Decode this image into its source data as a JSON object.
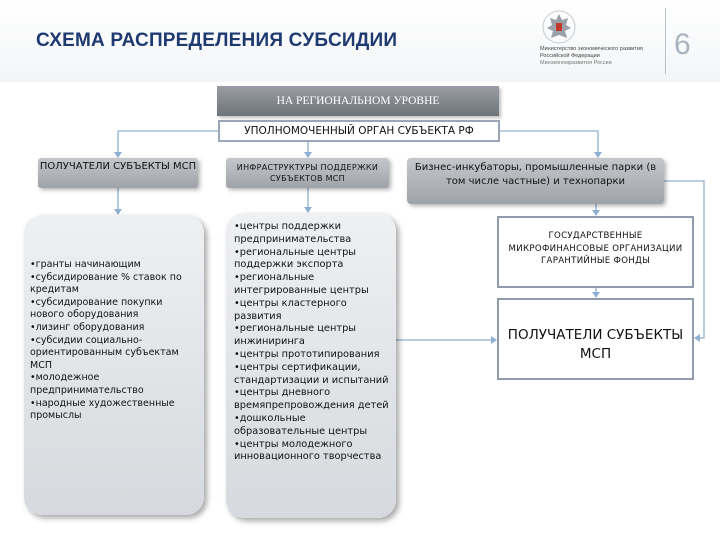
{
  "header": {
    "title": "СХЕМА РАСПРЕДЕЛЕНИЯ СУБСИДИИ",
    "ministry_line1": "Министерство экономического развития",
    "ministry_line2": "Российской Федерации",
    "ministry_line3": "Минэкономразвития России",
    "page_number": "6"
  },
  "diagram": {
    "regional_level": "НА РЕГИОНАЛЬНОМ УРОВНЕ",
    "authorized_body": "УПОЛНОМОЧЕННЫЙ ОРГАН СУБЪЕКТА РФ",
    "recipients_top": "ПОЛУЧАТЕЛИ СУБЪЕКТЫ МСП",
    "infrastructure_top": "ИНФРАСТРУКТУРЫ ПОДДЕРЖКИ СУБЪЕКТОВ МСП",
    "business_incubators": "Бизнес-инкубаторы, промышленные парки (в том числе частные) и технопарки",
    "recipients_list": [
      "•гранты начинающим",
      "•субсидирование % ставок по кредитам",
      "•субсидирование покупки нового оборудования",
      "•лизинг оборудования",
      "•субсидии социально-ориентированным субъектам МСП",
      "•молодежное предпринимательство",
      "•народные художественные промыслы"
    ],
    "infrastructure_list": [
      "•центры поддержки предпринимательства",
      "•региональные центры поддержки экспорта",
      "•региональные интегрированные центры",
      "•центры кластерного развития",
      "•региональные центры инжиниринга",
      "•центры прототипирования",
      "•центры сертификации, стандартизации и испытаний",
      "•центры дневного времяпрепровождения детей",
      "•дошкольные образовательные центры",
      "•центры молодежного инновационного творчества"
    ],
    "microfinance": "ГОСУДАРСТВЕННЫЕ МИКРОФИНАНСОВЫЕ ОРГАНИЗАЦИИ ГАРАНТИЙНЫЕ ФОНДЫ",
    "recipients_right": "ПОЛУЧАТЕЛИ СУБЪЕКТЫ МСП"
  },
  "colors": {
    "title": "#1e3a70",
    "connector": "#8fb0d0",
    "box_border": "#8f9cab"
  }
}
